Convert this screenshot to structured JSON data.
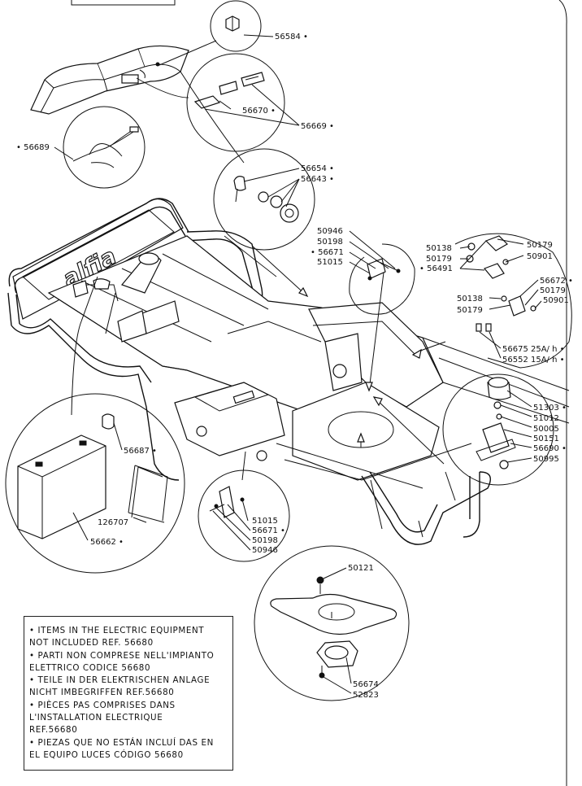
{
  "parts": {
    "p56584": "56584 •",
    "p56670": "56670 •",
    "p56669": "56669 •",
    "p56689": "• 56689",
    "p56654": "56654 •",
    "p56643": "56643 •",
    "p50946_top": "50946",
    "p50198_top": "50198",
    "p56671_top": "• 56671",
    "p51015_top": "51015",
    "p50138_a": "50138",
    "p50179_a": "50179",
    "p56491": "• 56491",
    "p50179_b": "50179",
    "p50901_a": "50901",
    "p56672": "56672 •",
    "p50179_c": "50179",
    "p50138_b": "50138",
    "p50901_b": "50901",
    "p50179_d": "50179",
    "p56675": "56675  25A/ h •",
    "p56552": "56552  15A/ h •",
    "p51303": "51303 •",
    "p51012": "51012",
    "p50005": "50005",
    "p50151": "50151",
    "p56690": "56690 •",
    "p50995": "50995",
    "p56687": "56687 •",
    "p126707": "126707",
    "p56662": "56662 •",
    "p51015_bot": "51015",
    "p56671_bot": "56671 •",
    "p50198_bot": "50198",
    "p50946_bot": "50946",
    "p50121": "50121",
    "p56674": "56674",
    "p52823": "52823"
  },
  "legend": [
    "• ITEMS IN THE ELECTRIC EQUIPMENT",
    "  NOT INCLUDED REF. 56680",
    "• PARTI NON COMPRESE NELL'IMPIANTO",
    "  ELETTRICO CODICE 56680",
    "• TEILE IN DER ELEKTRISCHEN ANLAGE",
    "  NICHT IMBEGRIFFEN REF.56680",
    "• PIÈCES PAS COMPRISES DANS",
    "  L'INSTALLATION ELECTRIQUE",
    "  REF.56680",
    "• PIEZAS QUE NO ESTÁN INCLUÍ DAS EN",
    "  EL EQUIPO LUCES CÓDIGO 56680"
  ]
}
